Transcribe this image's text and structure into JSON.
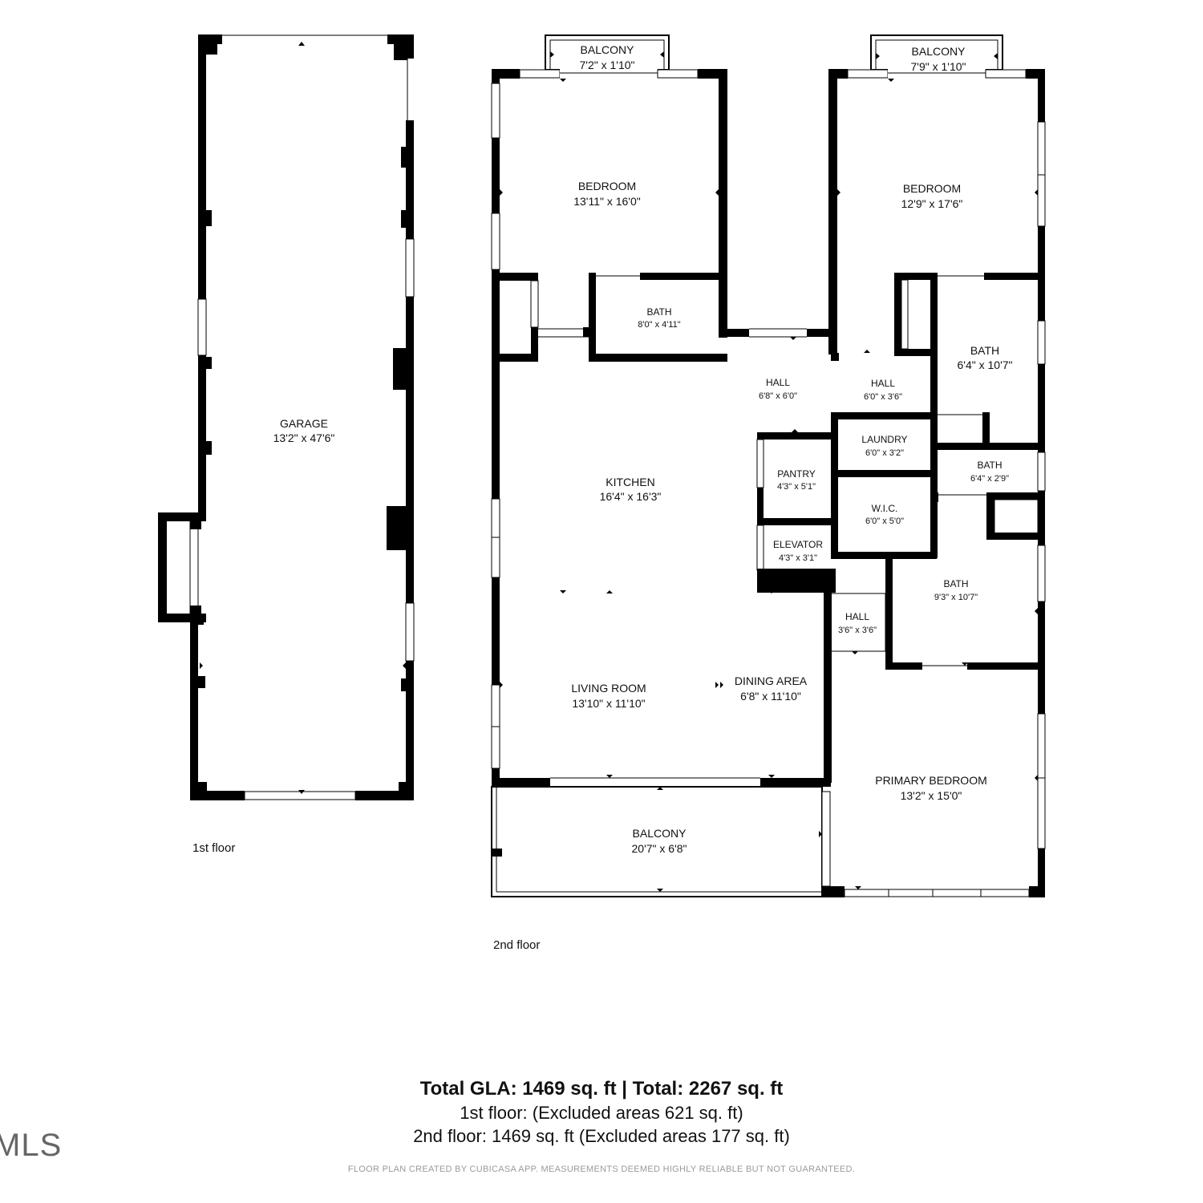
{
  "floors": {
    "first": {
      "label": "1st floor",
      "rooms": {
        "garage": {
          "name": "GARAGE",
          "dims": "13'2\" x 47'6\""
        }
      }
    },
    "second": {
      "label": "2nd floor",
      "rooms": {
        "balcony_left": {
          "name": "BALCONY",
          "dims": "7'2\" x 1'10\""
        },
        "balcony_right": {
          "name": "BALCONY",
          "dims": "7'9\" x 1'10\""
        },
        "bedroom_left": {
          "name": "BEDROOM",
          "dims": "13'11\" x 16'0\""
        },
        "bedroom_right": {
          "name": "BEDROOM",
          "dims": "12'9\" x 17'6\""
        },
        "bath_small": {
          "name": "BATH",
          "dims": "8'0\" x 4'11\""
        },
        "bath_right_upper": {
          "name": "BATH",
          "dims": "6'4\" x 10'7\""
        },
        "hall_a": {
          "name": "HALL",
          "dims": "6'8\" x 6'0\""
        },
        "hall_b": {
          "name": "HALL",
          "dims": "6'0\" x 3'6\""
        },
        "laundry": {
          "name": "LAUNDRY",
          "dims": "6'0\" x 3'2\""
        },
        "bath_mid": {
          "name": "BATH",
          "dims": "6'4\" x 2'9\""
        },
        "kitchen": {
          "name": "KITCHEN",
          "dims": "16'4\" x 16'3\""
        },
        "pantry": {
          "name": "PANTRY",
          "dims": "4'3\" x 5'1\""
        },
        "wic": {
          "name": "W.I.C.",
          "dims": "6'0\" x 5'0\""
        },
        "elevator": {
          "name": "ELEVATOR",
          "dims": "4'3\" x 3'1\""
        },
        "bath_lower": {
          "name": "BATH",
          "dims": "9'3\" x 10'7\""
        },
        "hall_c": {
          "name": "HALL",
          "dims": "3'6\" x 3'6\""
        },
        "living_room": {
          "name": "LIVING ROOM",
          "dims": "13'10\" x 11'10\""
        },
        "dining_area": {
          "name": "DINING AREA",
          "dims": "6'8\" x 11'10\""
        },
        "primary_bedroom": {
          "name": "PRIMARY BEDROOM",
          "dims": "13'2\" x 15'0\""
        },
        "balcony_bottom": {
          "name": "BALCONY",
          "dims": "20'7\" x 6'8\""
        }
      }
    }
  },
  "summary": {
    "total": "Total GLA: 1469 sq. ft | Total: 2267 sq. ft",
    "first_floor": "1st floor: (Excluded areas 621 sq. ft)",
    "second_floor": "2nd floor: 1469 sq. ft (Excluded areas 177 sq. ft)"
  },
  "disclaimer": "FLOOR PLAN CREATED BY CUBICASA APP. MEASUREMENTS DEEMED HIGHLY RELIABLE BUT NOT GUARANTEED.",
  "watermark": "MLS"
}
